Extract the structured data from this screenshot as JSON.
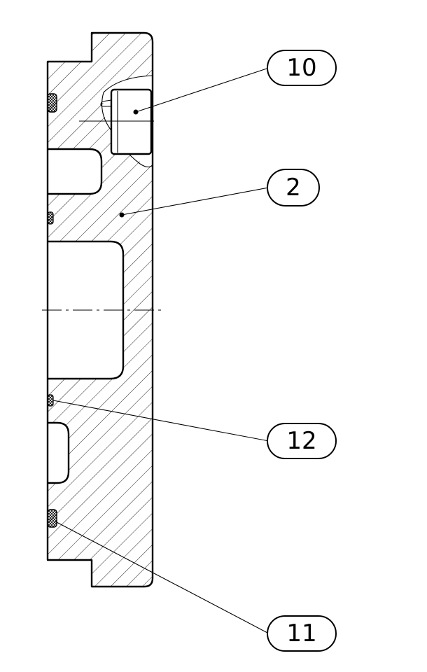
{
  "balloons": [
    {
      "id": "10",
      "label": "10"
    },
    {
      "id": "2",
      "label": "2"
    },
    {
      "id": "12",
      "label": "12"
    },
    {
      "id": "11",
      "label": "11"
    }
  ]
}
